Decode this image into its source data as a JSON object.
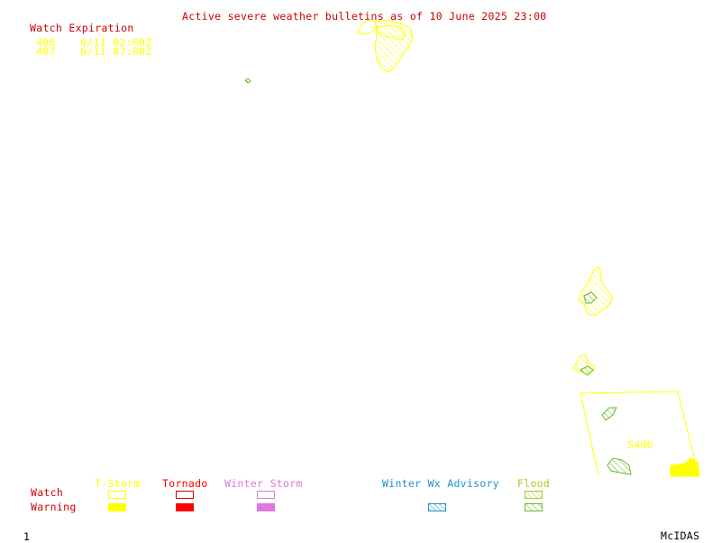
{
  "title": "Active severe weather bulletins as of 10 June 2025 23:00",
  "watch_expiration": {
    "heading": "Watch Expiration",
    "rows": [
      {
        "id": "406",
        "time": "6/11 02:00Z"
      },
      {
        "id": "407",
        "time": "6/11 07:00Z"
      }
    ]
  },
  "map_labels": {
    "watch_box_label": "S406"
  },
  "legend": {
    "row_labels": {
      "watch": "Watch",
      "warning": "Warning"
    },
    "categories": [
      {
        "name": "T-Storm",
        "color": "#ffff00"
      },
      {
        "name": "Tornado",
        "color": "#ff0000"
      },
      {
        "name": "Winter Storm",
        "color": "#dd77dd"
      },
      {
        "name": "Winter Wx Advisory",
        "color": "#1f8fcf"
      },
      {
        "name": "Flood",
        "color": "#aacc22"
      }
    ]
  },
  "colors": {
    "title": "#cc0000",
    "heading": "#cc0000",
    "expiration_text": "#ffff00",
    "thunderstorm_warning": "#ffff00",
    "flood_warning": "#66bb22",
    "footer": "#000000"
  },
  "footer": {
    "frame_number": "1",
    "software": "McIDAS"
  }
}
